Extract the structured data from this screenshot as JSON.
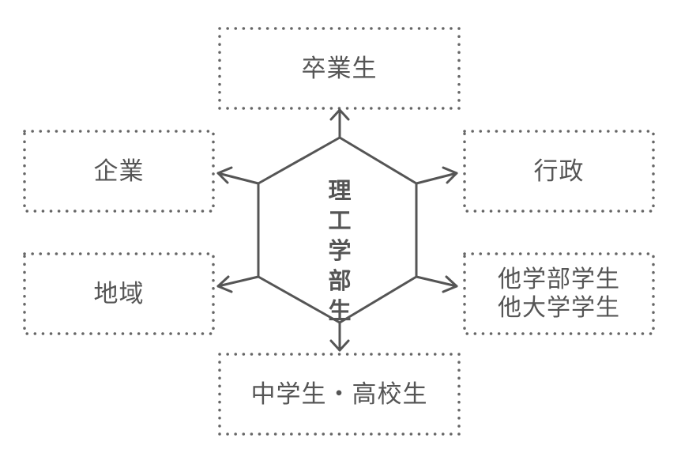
{
  "center": {
    "chars": [
      "理",
      "工",
      "学",
      "部",
      "生"
    ]
  },
  "nodes": {
    "top": "卒業生",
    "upper_left": "企業",
    "upper_right": "行政",
    "lower_left": "地域",
    "lower_right": [
      "他学部学生",
      "他大学学生"
    ],
    "bottom": "中学生・高校生"
  },
  "colors": {
    "stroke": "#555555",
    "text": "#555555",
    "dot": "#666666"
  }
}
